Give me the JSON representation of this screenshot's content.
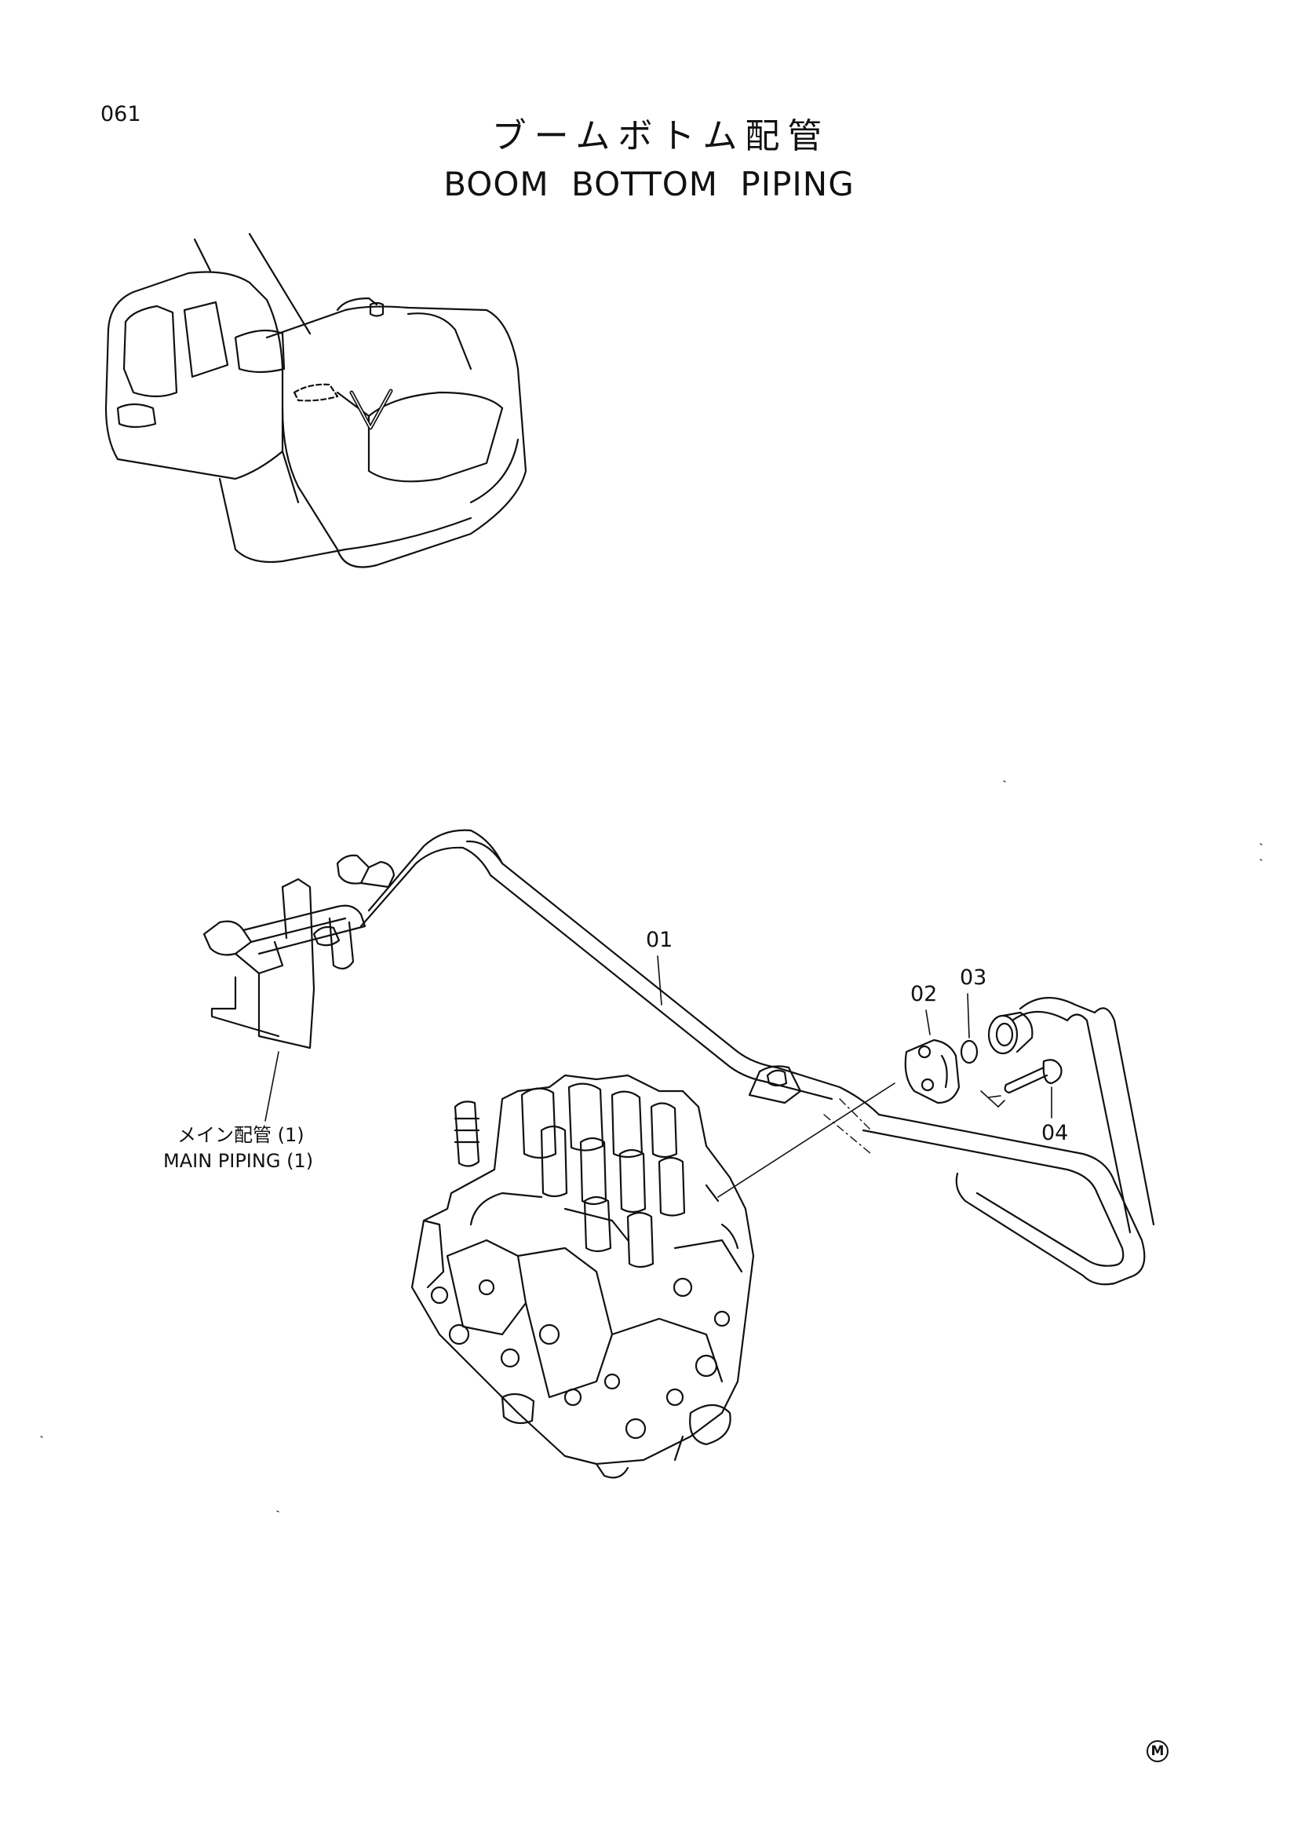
{
  "page": {
    "number": "061",
    "title_jp": "ブームボトム配管",
    "title_en": "BOOM BOTTOM PIPING"
  },
  "callouts": {
    "part_01": "01",
    "part_02": "02",
    "part_03": "03",
    "part_04": "04"
  },
  "reference": {
    "label_jp": "メイン配管 (1)",
    "label_en": "MAIN PIPING (1)"
  },
  "mark": "M"
}
